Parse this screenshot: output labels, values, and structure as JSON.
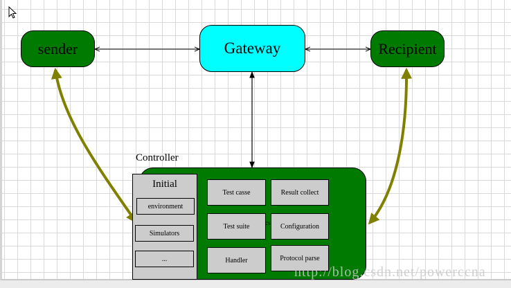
{
  "nodes": {
    "sender": "sender",
    "gateway": "Gateway",
    "recipient": "Recipient"
  },
  "controller": {
    "label": "Controller",
    "initial": {
      "title": "Initial",
      "items": [
        "environment",
        "Simulators",
        "..."
      ]
    },
    "modules": [
      "Test casse",
      "Result collect",
      "Test suite",
      "Configuration",
      "Handler",
      "Protocol parse"
    ],
    "stub_text": "cs"
  },
  "colors": {
    "node_green": "#007a00",
    "gateway_cyan": "#00ffff",
    "module_gray": "#cccccc",
    "link_olive": "#808000"
  },
  "edges": [
    {
      "from": "sender",
      "to": "gateway",
      "style": "thin-bidirectional"
    },
    {
      "from": "gateway",
      "to": "recipient",
      "style": "thin-bidirectional"
    },
    {
      "from": "gateway",
      "to": "controller",
      "style": "thin-bidirectional"
    },
    {
      "from": "sender",
      "to": "controller",
      "style": "thick-olive-bidirectional"
    },
    {
      "from": "recipient",
      "to": "controller",
      "style": "thick-olive-bidirectional"
    }
  ],
  "watermark": "http://blog.csdn.net/powerccna"
}
